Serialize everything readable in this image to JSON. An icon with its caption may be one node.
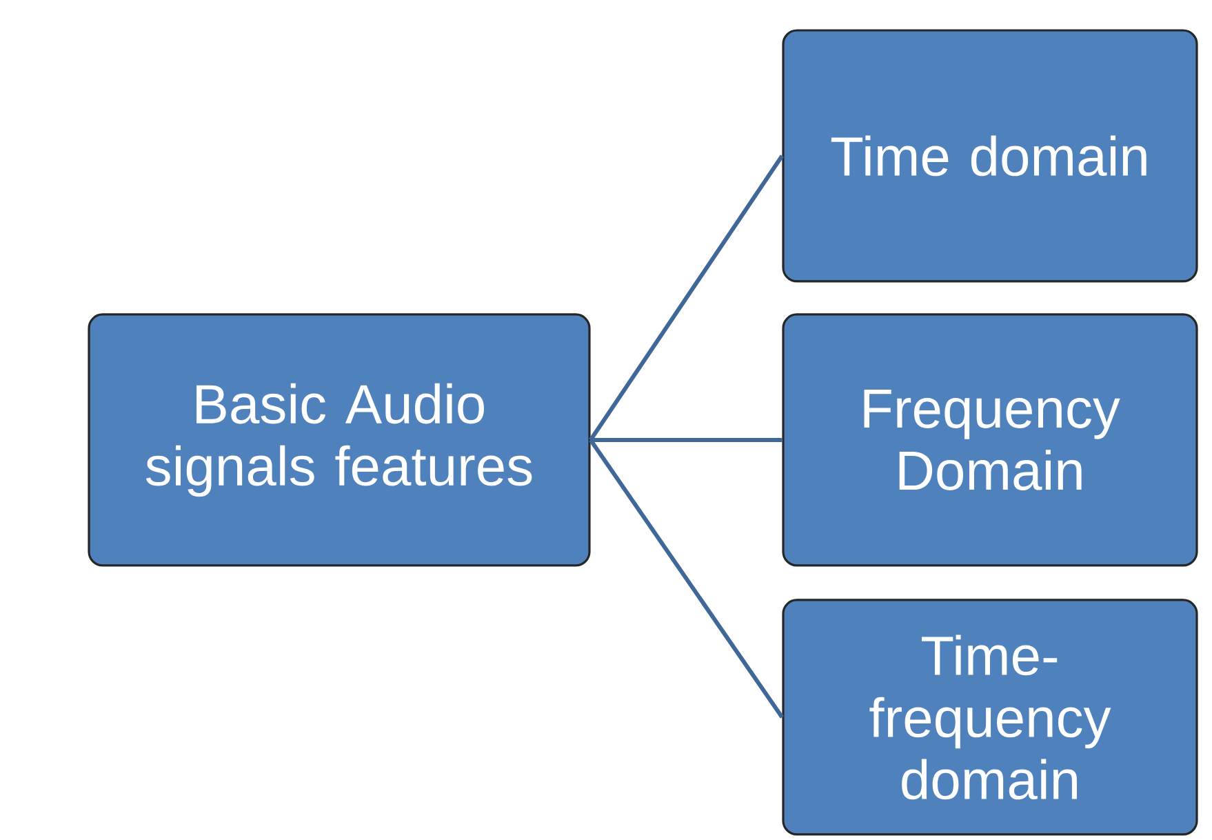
{
  "diagram": {
    "nodes": [
      {
        "text": [
          "Basic Audio signals features"
        ]
      },
      {
        "text": [
          "Time domain"
        ]
      },
      {
        "text": [
          "Frequency Domain"
        ]
      },
      {
        "text": [
          "Time-frequency domain"
        ]
      }
    ],
    "edges": [
      {
        "from": 0,
        "to": 1,
        "arrow": "none"
      },
      {
        "from": 0,
        "to": 2,
        "arrow": "none"
      },
      {
        "from": 0,
        "to": 3,
        "arrow": "none"
      }
    ]
  }
}
